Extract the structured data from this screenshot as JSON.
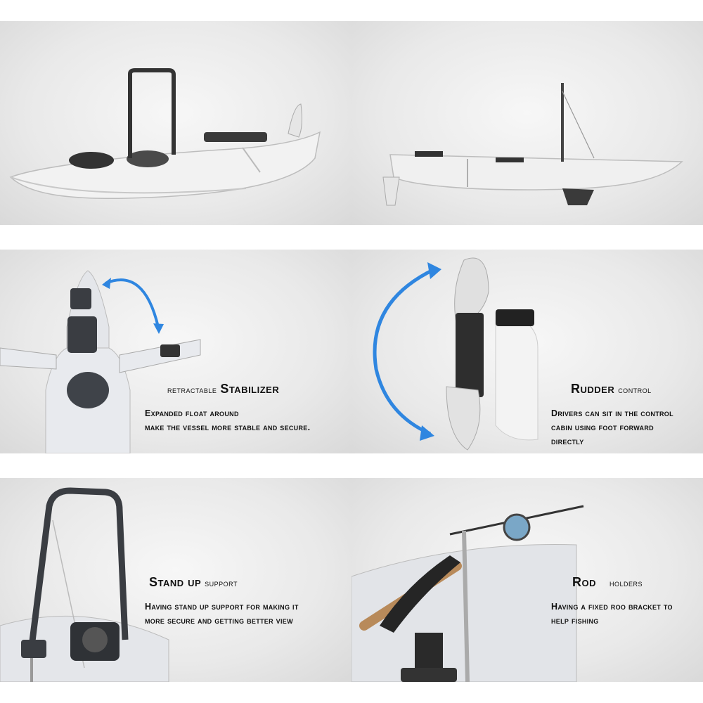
{
  "stabilizer": {
    "title_small": "retractable",
    "title_big": "Stabilizer",
    "lines": [
      "Expanded float around",
      "make the vessel more stable and secure."
    ]
  },
  "rudder": {
    "title_big": "Rudder",
    "title_small": "control",
    "lines": [
      "Drivers can sit in the control",
      "cabin using foot forward",
      "directly"
    ]
  },
  "standup": {
    "title_big": "Stand up",
    "title_small": "support",
    "lines": [
      "Having stand up support for making it",
      "more secure and getting better view"
    ]
  },
  "rod": {
    "title_big": "Rod",
    "title_small": "holders",
    "lines": [
      "Having a fixed roo bracket to",
      "help fishing"
    ]
  },
  "colors": {
    "arrow_blue": "#2f86e0",
    "hull_white": "#f2f2f2",
    "hardware_dark": "#2a2a2a"
  }
}
